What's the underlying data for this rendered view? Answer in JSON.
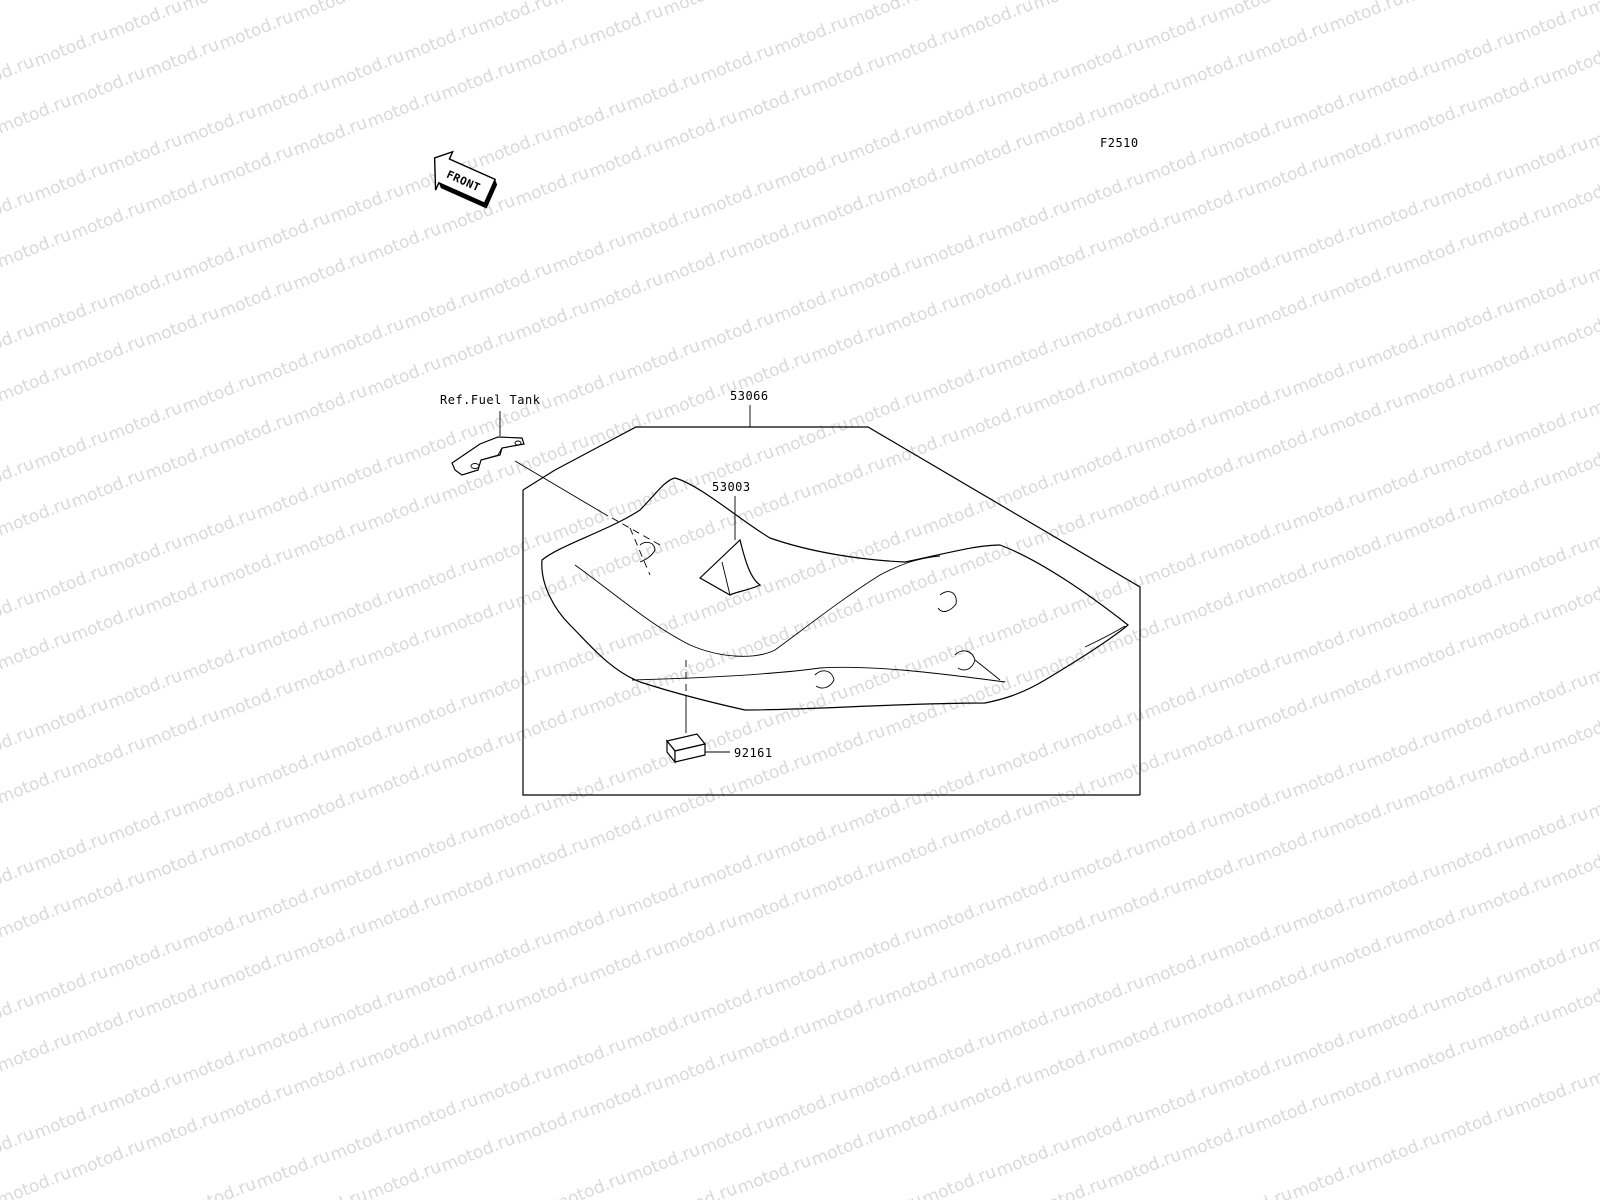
{
  "watermark": {
    "text": "motod.ru",
    "color": "#d9d9d9"
  },
  "figure_code": "F2510",
  "front_arrow": {
    "label": "FRONT"
  },
  "labels": {
    "ref_fuel_tank": "Ref.Fuel Tank",
    "seat_assembly": "53066",
    "seat_cover": "53003",
    "pad": "92161"
  },
  "colors": {
    "ink": "#000000",
    "background": "#ffffff"
  }
}
